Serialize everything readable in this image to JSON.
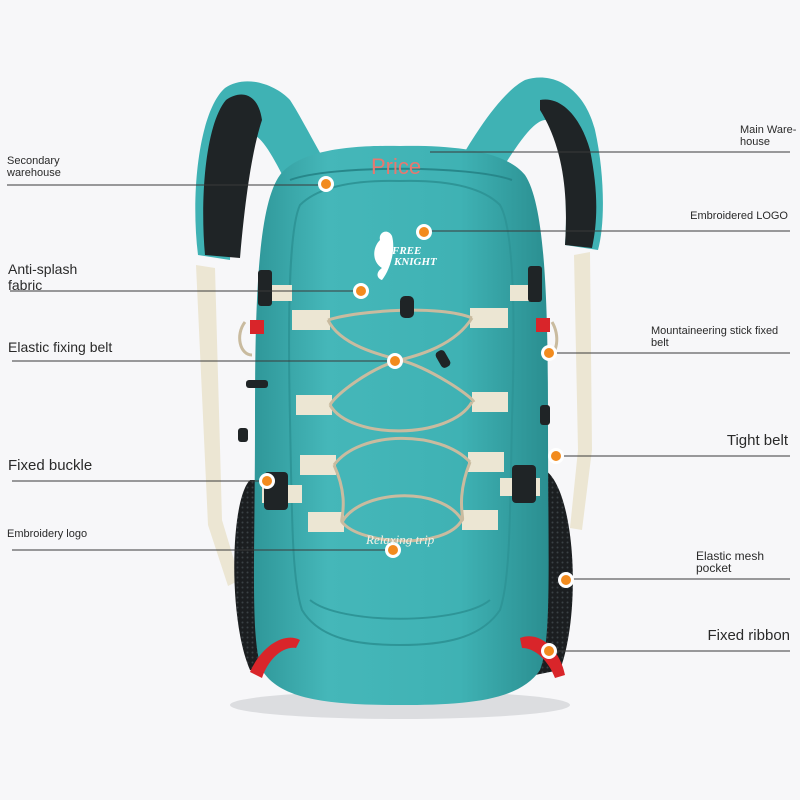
{
  "colors": {
    "body": "#3fb2b4",
    "body_dark": "#2f9799",
    "strap_pad": "#1f2426",
    "webbing": "#ece6d3",
    "cord": "#c9bb9f",
    "red_loop": "#d9252a",
    "marker": "#f28b1e",
    "line": "#3a3a3a",
    "price_text": "#e7786f"
  },
  "price_label": "Price",
  "logo": {
    "line1": "FREE",
    "line2": "KNIGHT"
  },
  "script_logo": "Relaxing trip",
  "annotations": {
    "left": [
      {
        "name": "secondary-warehouse",
        "text": "Secondary\nwarehouse"
      },
      {
        "name": "anti-splash-fabric",
        "text": "Anti-splash\nfabric"
      },
      {
        "name": "elastic-fixing-belt",
        "text": "Elastic fixing belt"
      },
      {
        "name": "fixed-buckle",
        "text": "Fixed buckle"
      },
      {
        "name": "embroidery-logo",
        "text": "Embroidery logo"
      }
    ],
    "right": [
      {
        "name": "main-warehouse",
        "text": "Main Ware-\nhouse"
      },
      {
        "name": "embroidered-logo",
        "text": "Embroidered LOGO"
      },
      {
        "name": "mountaineering-stick-fixed-belt",
        "text": "Mountaineering stick fixed\nbelt"
      },
      {
        "name": "tight-belt",
        "text": "Tight belt"
      },
      {
        "name": "elastic-mesh-pocket",
        "text": "Elastic mesh\npocket"
      },
      {
        "name": "fixed-ribbon",
        "text": "Fixed ribbon"
      }
    ]
  }
}
